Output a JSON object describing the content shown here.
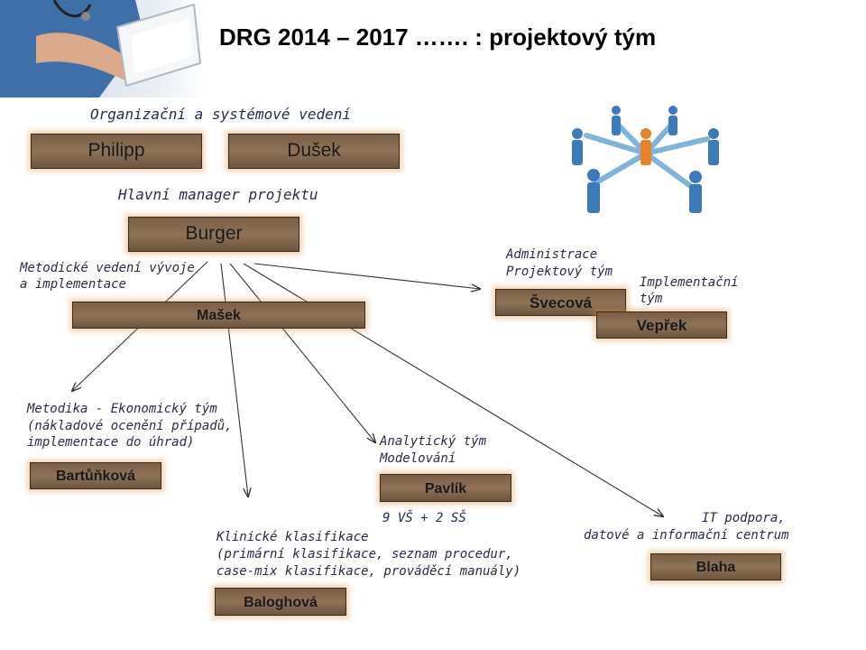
{
  "title": "DRG 2014 – 2017 ……. : projektový tým",
  "labels": {
    "org": "Organizační a systémové vedení",
    "manager": "Hlavní manager projektu",
    "metod_vyvoj_1": "Metodické vedení vývoje",
    "metod_vyvoj_2": "a implementace",
    "admin_1": "Administrace",
    "admin_2": "Projektový tým",
    "impl_1": "Implementační",
    "impl_2": "tým",
    "metodika_1": "Metodika - Ekonomický tým",
    "metodika_2": "(nákladové ocenění případů,",
    "metodika_3": "implementace do úhrad)",
    "analyt_1": "Analytický tým",
    "analyt_2": "Modelování",
    "count": "9 VŠ + 2 SŠ",
    "klin_1": "Klinické klasifikace",
    "klin_2": "(primární klasifikace, seznam procedur,",
    "klin_3": "case-mix klasifikace, prováděcí manuály)",
    "it_1": "IT podpora,",
    "it_2": "datové a informační centrum"
  },
  "names": {
    "philipp": "Philipp",
    "dusek": "Dušek",
    "burger": "Burger",
    "masek": "Mašek",
    "svecova": "Švecová",
    "veprek": "Vepřek",
    "bartunkova": "Bartůňková",
    "pavlik": "Pavlík",
    "baloghova": "Baloghová",
    "blaha": "Blaha"
  },
  "colors": {
    "box_fill": "#8e7358",
    "box_glow": "#dc9650",
    "label_text": "#2a2a4a",
    "team_center": "#e8822a",
    "team_people": "#3d7bb8"
  }
}
